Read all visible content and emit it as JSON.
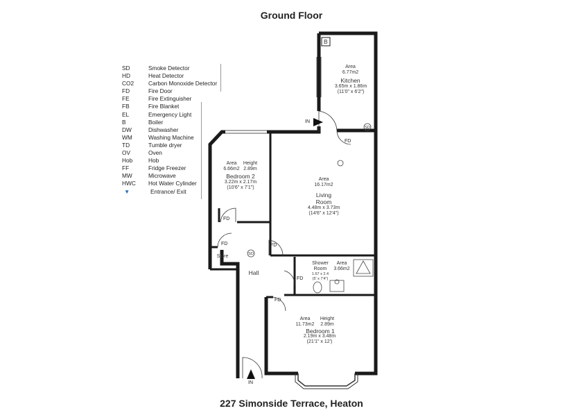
{
  "title": "Ground Floor",
  "address": "227 Simonside Terrace, Heaton",
  "legend": [
    {
      "abbr": "SD",
      "desc": "Smoke Detector"
    },
    {
      "abbr": "HD",
      "desc": "Heat Detector"
    },
    {
      "abbr": "CO2",
      "desc": "Carbon Monoxide Detector"
    },
    {
      "abbr": "FD",
      "desc": "Fire Door"
    },
    {
      "abbr": "FE",
      "desc": "Fire Extinguisher"
    },
    {
      "abbr": "FB",
      "desc": "Fire Blanket"
    },
    {
      "abbr": "EL",
      "desc": "Emergency Light"
    },
    {
      "abbr": "B",
      "desc": "Boiler"
    },
    {
      "abbr": "DW",
      "desc": "Dishwasher"
    },
    {
      "abbr": "WM",
      "desc": "Washing Machine"
    },
    {
      "abbr": "TD",
      "desc": "Tumble dryer"
    },
    {
      "abbr": "OV",
      "desc": "Oven"
    },
    {
      "abbr": "Hob",
      "desc": "Hob"
    },
    {
      "abbr": "FF",
      "desc": "Fridge Freezer"
    },
    {
      "abbr": "MW",
      "desc": "Microwave"
    },
    {
      "abbr": "HWC",
      "desc": "Hot Water Cylinder"
    },
    {
      "abbr": "▼",
      "desc": "Entrance/ Exit"
    }
  ],
  "rooms": {
    "kitchen": {
      "area": "Area",
      "area_value": "6.77m2",
      "name": "Kitchen",
      "dims": "3.65m x 1.86m",
      "dims_imperial": "(11'0\" x 6'2\")"
    },
    "bedroom2": {
      "area": "Area",
      "area_value": "6.66m2",
      "height": "Height",
      "height_value": "2.89m",
      "name": "Bedroom 2",
      "dims": "3.22m x 2.17m",
      "dims_imperial": "(10'6\" x 7'1\")"
    },
    "living": {
      "area": "Area",
      "area_value": "16.17m2",
      "name": "Living",
      "name2": "Room",
      "dims": "4.48m x 3.73m",
      "dims_imperial": "(14'6\" x 12'4\")"
    },
    "shower": {
      "name": "Shower",
      "name2": "Room",
      "dims": "1.67 x 2.4",
      "dims2": "(5' x 7'4\")",
      "area": "Area",
      "area_value": "3.66m2"
    },
    "bedroom1": {
      "area": "Area",
      "area_value": "11.73m2",
      "height": "Height",
      "height_value": "2.89m",
      "name": "Bedroom 1",
      "dims": "2.19m x 3.48m",
      "dims_imperial": "(21'1\" x 12')"
    },
    "hall": {
      "name": "Hall"
    },
    "store": {
      "name": "Store"
    }
  },
  "markers": {
    "boiler": "B",
    "in_top": "IN",
    "in_bottom": "IN",
    "fd": "FD",
    "sd": "SD"
  }
}
